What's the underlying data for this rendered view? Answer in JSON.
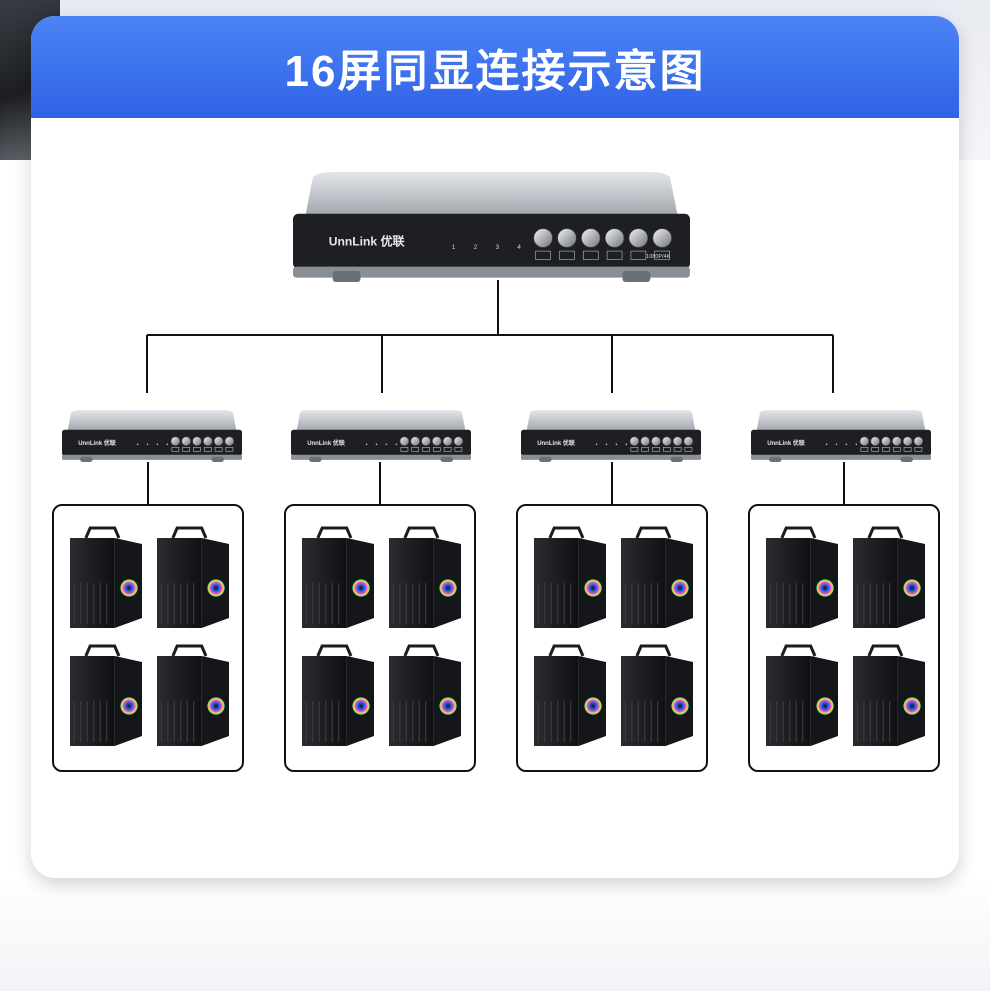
{
  "header": {
    "title": "16屏同显连接示意图"
  },
  "main_switch": {
    "brand": "UnnLink 优联",
    "port_numbers": [
      "1",
      "2",
      "3",
      "4"
    ],
    "mode_label": "1080P/4K"
  },
  "sub_switches": [
    {
      "brand": "UnnLink 优联"
    },
    {
      "brand": "UnnLink 优联"
    },
    {
      "brand": "UnnLink 优联"
    },
    {
      "brand": "UnnLink 优联"
    }
  ],
  "computer_groups": [
    {
      "computers": 4
    },
    {
      "computers": 4
    },
    {
      "computers": 4
    },
    {
      "computers": 4
    }
  ],
  "colors": {
    "header_blue": "#3567ea",
    "connector_line": "#111111",
    "device_body": "#1e1f22",
    "device_shell": "#b9bcc2"
  }
}
